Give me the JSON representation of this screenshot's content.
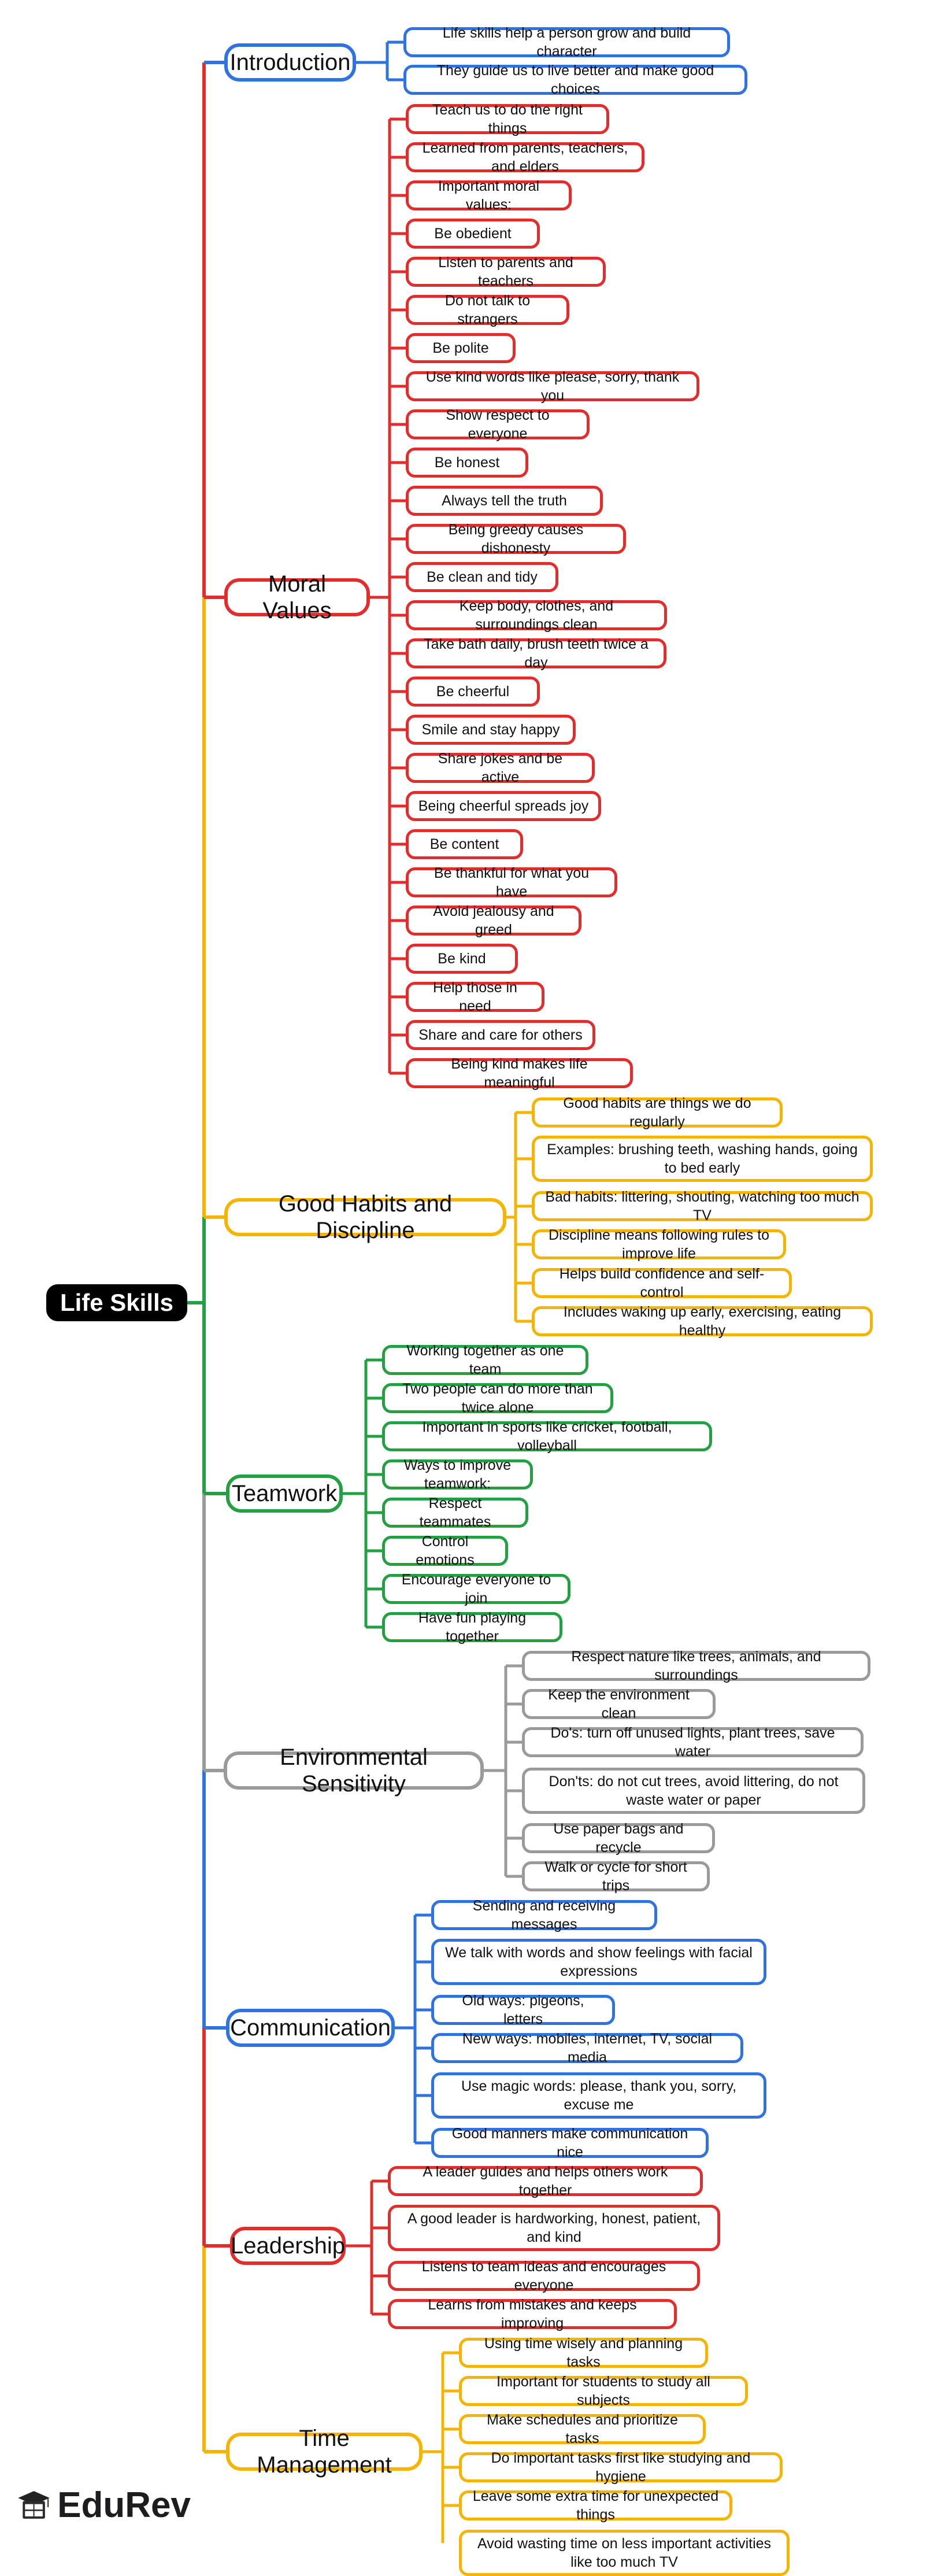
{
  "root": "Life Skills",
  "logo": {
    "name": "EduRev",
    "icon": "graduation-cap-icon"
  },
  "colors": {
    "blue": "#2f73e0",
    "red": "#e32d2d",
    "yellow": "#f5b400",
    "green": "#23a042",
    "gray": "#9a9a9a"
  },
  "branches": [
    {
      "label": "Introduction",
      "color": "blue",
      "items": [
        "Life skills help a person grow and build character",
        "They guide us to live better and make good choices"
      ]
    },
    {
      "label": "Moral Values",
      "color": "red",
      "items": [
        "Teach us to do the right things",
        "Learned from parents, teachers, and elders",
        "Important moral values:",
        "Be obedient",
        "Listen to parents and teachers",
        "Do not talk to strangers",
        "Be polite",
        "Use kind words like please, sorry, thank you",
        "Show respect to everyone",
        "Be honest",
        "Always tell the truth",
        "Being greedy causes dishonesty",
        "Be clean and tidy",
        "Keep body, clothes, and surroundings clean",
        "Take bath daily, brush teeth twice a day",
        "Be cheerful",
        "Smile and stay happy",
        "Share jokes and be active",
        "Being cheerful spreads joy",
        "Be content",
        "Be thankful for what you have",
        "Avoid jealousy and greed",
        "Be kind",
        "Help those in need",
        "Share and care for others",
        "Being kind makes life meaningful"
      ]
    },
    {
      "label": "Good Habits and Discipline",
      "color": "yellow",
      "items": [
        "Good habits are things we do regularly",
        "Examples: brushing teeth, washing hands, going to bed early",
        "Bad habits: littering, shouting, watching too much TV",
        "Discipline means following rules to improve life",
        "Helps build confidence and self-control",
        "Includes waking up early, exercising, eating healthy"
      ]
    },
    {
      "label": "Teamwork",
      "color": "green",
      "items": [
        "Working together as one team",
        "Two people can do more than twice alone",
        "Important in sports like cricket, football, volleyball",
        "Ways to improve teamwork:",
        "Respect teammates",
        "Control emotions",
        "Encourage everyone to join",
        "Have fun playing together"
      ]
    },
    {
      "label": "Environmental Sensitivity",
      "color": "gray",
      "items": [
        "Respect nature like trees, animals, and surroundings",
        "Keep the environment clean",
        "Do's: turn off unused lights, plant trees, save water",
        "Don'ts: do not cut trees, avoid littering, do not waste water or paper",
        "Use paper bags and recycle",
        "Walk or cycle for short trips"
      ]
    },
    {
      "label": "Communication",
      "color": "blue",
      "items": [
        "Sending and receiving messages",
        "We talk with words and show feelings with facial expressions",
        "Old ways: pigeons, letters",
        "New ways: mobiles, internet, TV, social media",
        "Use magic words: please, thank you, sorry, excuse me",
        "Good manners make communication nice"
      ]
    },
    {
      "label": "Leadership",
      "color": "red",
      "items": [
        "A leader guides and helps others work together",
        "A good leader is hardworking, honest, patient, and kind",
        "Listens to team ideas and encourages everyone",
        "Learns from mistakes and keeps improving"
      ]
    },
    {
      "label": "Time Management",
      "color": "yellow",
      "items": [
        "Using time wisely and planning tasks",
        "Important for students to study all subjects",
        "Make schedules and prioritize tasks",
        "Do important tasks first like studying and hygiene",
        "Leave some extra time for unexpected things",
        "Avoid wasting time on less important activities like too much TV"
      ]
    }
  ]
}
